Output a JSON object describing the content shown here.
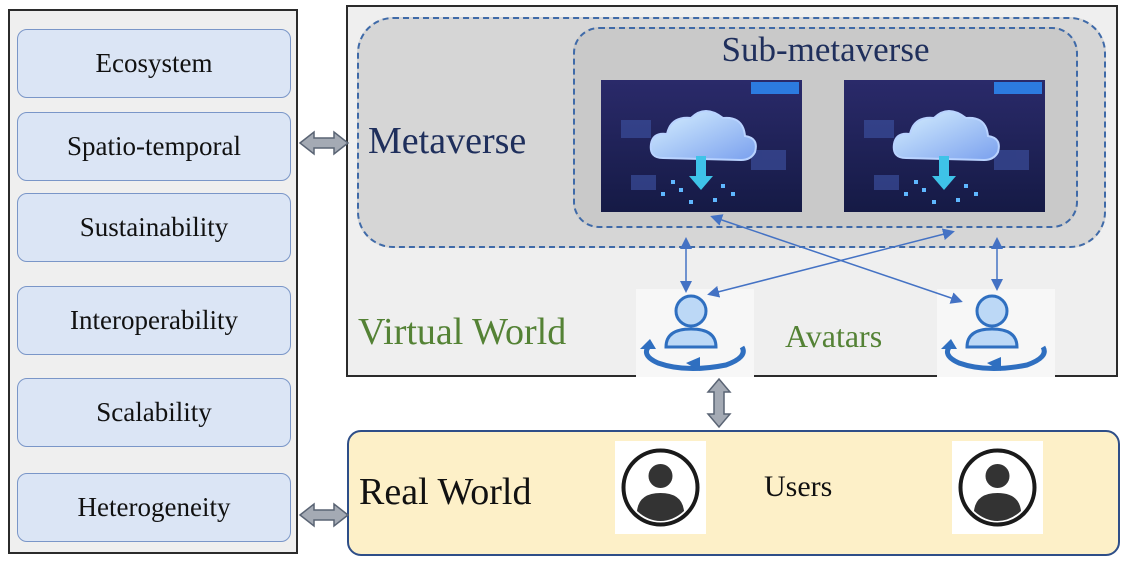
{
  "left_panel": {
    "items": [
      "Ecosystem",
      "Spatio-temporal",
      "Sustainability",
      "Interoperability",
      "Scalability",
      "Heterogeneity"
    ]
  },
  "virtual_world": {
    "label": "Virtual World",
    "metaverse_label": "Metaverse",
    "sub_metaverse_label": "Sub-metaverse",
    "avatars_label": "Avatars",
    "screen_icon": "cloud-download-icon",
    "avatar_icon": "rotating-person-icon"
  },
  "real_world": {
    "label": "Real World",
    "users_label": "Users",
    "user_icon": "user-circle-icon"
  },
  "colors": {
    "prop_fill": "#dbe5f5",
    "meta_border": "#3f6aa8",
    "arrow": "#4472c4",
    "green_text": "#548235",
    "navy_text": "#1f2f5c",
    "real_fill": "#fdf0c8"
  }
}
